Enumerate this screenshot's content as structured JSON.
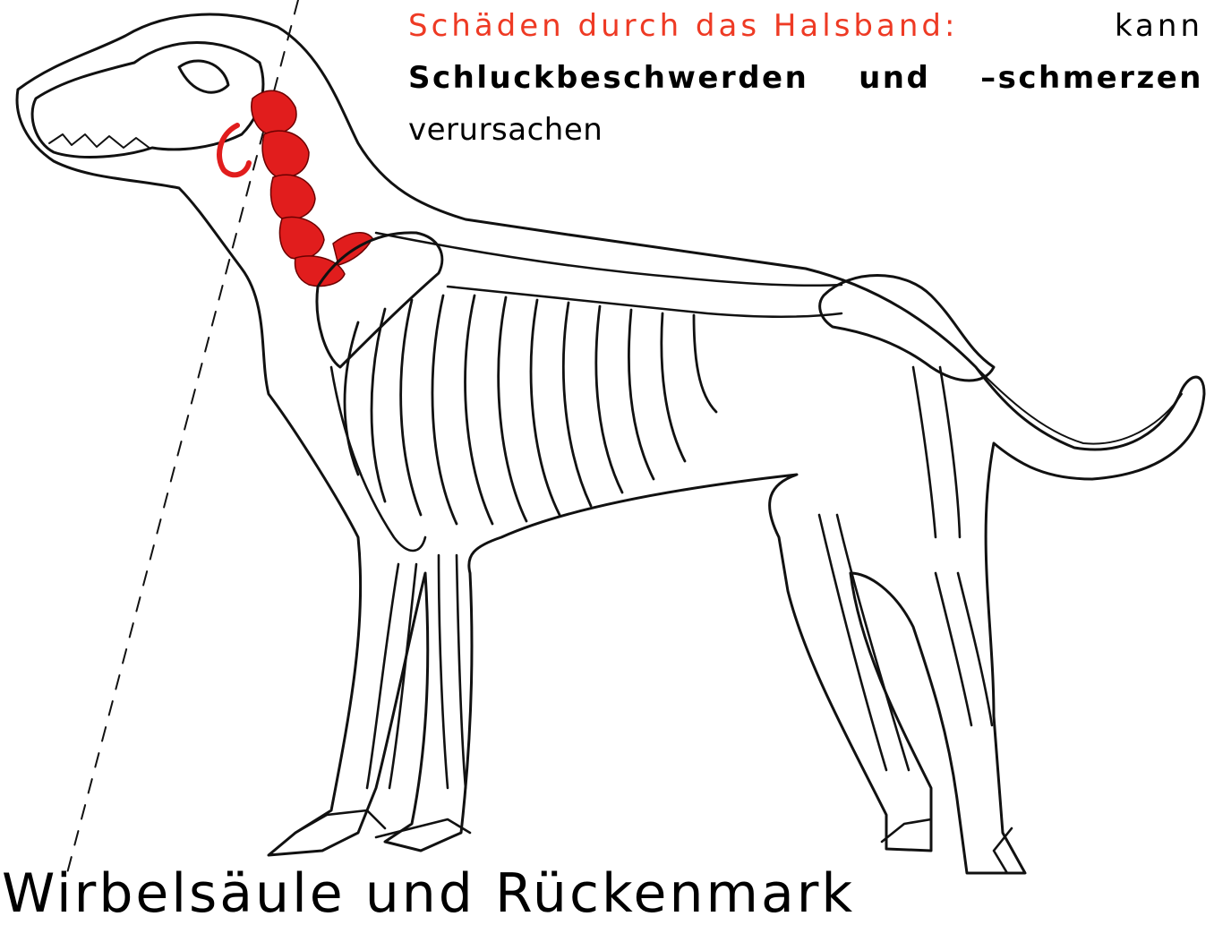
{
  "caption": {
    "lead_red": "Schäden durch das Halsband:",
    "lead_black": "kann",
    "bold_words": [
      "Schluckbeschwerden",
      "und",
      "–schmerzen"
    ],
    "tail": "verursachen"
  },
  "bottom_title": "Wirbelsäule und Rückenmark",
  "colors": {
    "highlight": "#e11d1d",
    "caption_red": "#ee3a24",
    "outline": "#111111"
  },
  "labels": {
    "highlighted_structure": "cervical-spine",
    "marker": "collar-position-dashed-line"
  }
}
